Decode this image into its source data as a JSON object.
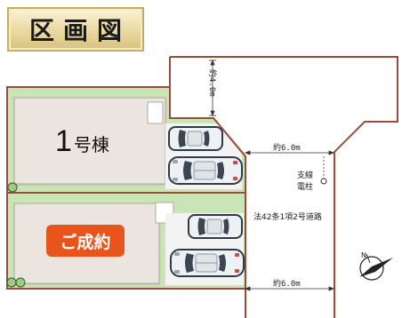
{
  "title": "区画図",
  "lot": {
    "number": "1",
    "suffix": "号棟"
  },
  "sold_badge": "ご成約",
  "dimensions": {
    "vertical": "約4.0m",
    "road_width_top": "約6.0m",
    "road_width_bottom": "約6.0m"
  },
  "road": {
    "label": "法42条1項2号道路"
  },
  "utility_pole": {
    "line1": "支線",
    "line2": "電柱"
  },
  "colors": {
    "lot_fill": "#c9e5b5",
    "lot_border": "#9b4a3c",
    "building_fill": "#ece4df",
    "parking_fill": "#f3f3f3",
    "sold": "#e9541d",
    "title_gold": "#e5d396"
  },
  "icons": [
    "car-icon",
    "north-compass-icon",
    "tree-icon"
  ]
}
